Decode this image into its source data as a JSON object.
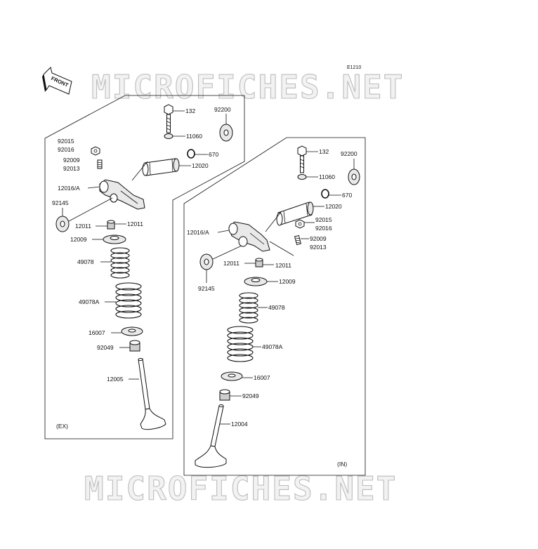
{
  "diagram": {
    "ref_code": "E1210",
    "watermark_text": "MICROFICHES.NET",
    "front_label": "FRONT",
    "ex_panel": {
      "section_label": "(EX)",
      "labels": [
        "132",
        "92200",
        "11060",
        "670",
        "12020",
        "92015",
        "92016",
        "92009",
        "92013",
        "12016/A",
        "92145",
        "12011",
        "12011",
        "12009",
        "49078",
        "49078A",
        "16007",
        "92049",
        "12005"
      ]
    },
    "in_panel": {
      "section_label": "(IN)",
      "labels": [
        "132",
        "92200",
        "11060",
        "670",
        "12020",
        "12016/A",
        "92015",
        "92016",
        "92009",
        "92013",
        "12011",
        "12011",
        "92145",
        "12009",
        "49078",
        "49078A",
        "16007",
        "92049",
        "12004"
      ]
    }
  }
}
